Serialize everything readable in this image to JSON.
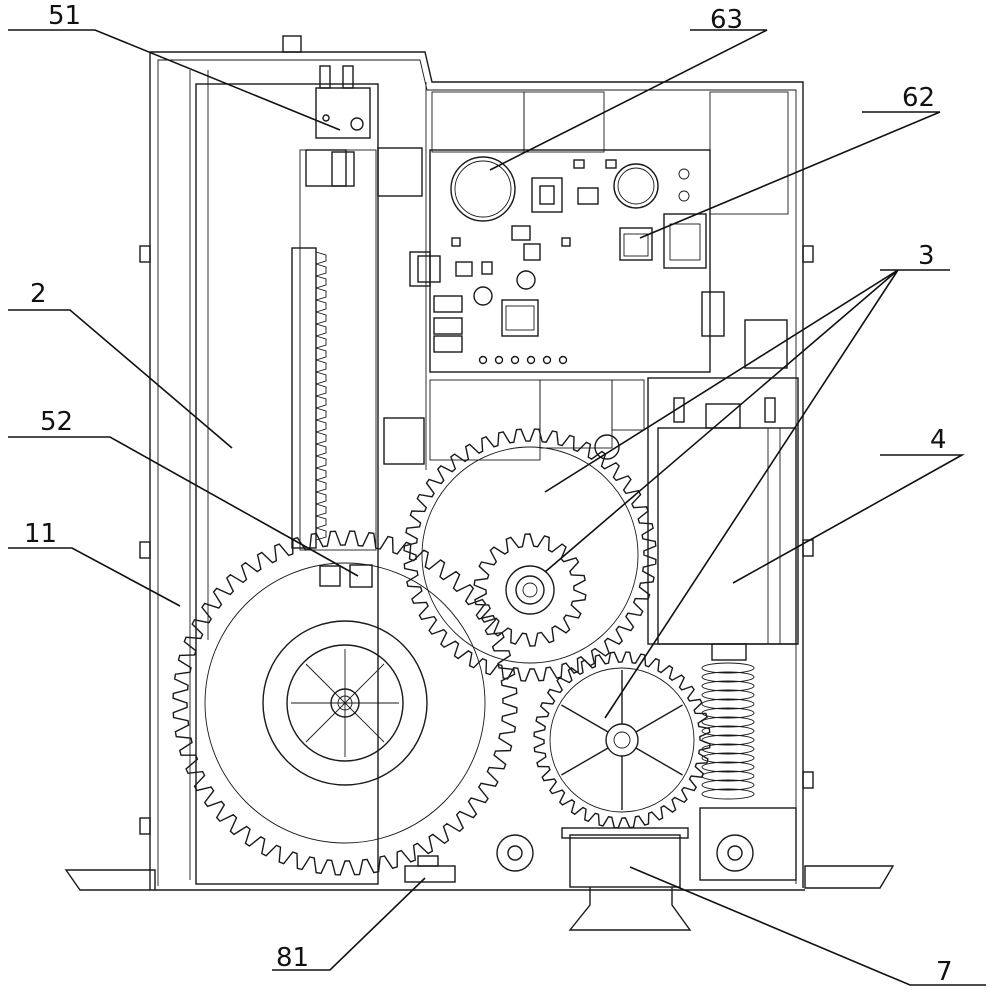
{
  "figure": {
    "labels": [
      {
        "id": "51",
        "text": "51"
      },
      {
        "id": "63",
        "text": "63"
      },
      {
        "id": "62",
        "text": "62"
      },
      {
        "id": "3",
        "text": "3"
      },
      {
        "id": "2",
        "text": "2"
      },
      {
        "id": "52",
        "text": "52"
      },
      {
        "id": "4",
        "text": "4"
      },
      {
        "id": "11",
        "text": "11"
      },
      {
        "id": "81",
        "text": "81"
      },
      {
        "id": "7",
        "text": "7"
      }
    ]
  }
}
